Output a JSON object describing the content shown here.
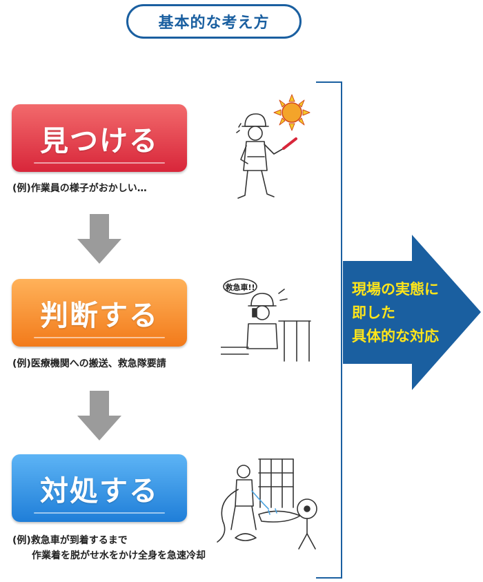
{
  "title": "基本的な考え方",
  "steps": [
    {
      "label": "見つける",
      "example": "(例)作業員の様子がおかしい…"
    },
    {
      "label": "判断する",
      "example": "(例)医療機関への搬送、救急隊要請"
    },
    {
      "label": "対処する",
      "example_line1": "(例)救急車が到着するまで",
      "example_line2": "作業着を脱がせ水をかけ全身を急速冷却"
    }
  ],
  "phone_bubble": "救急車!!",
  "result_lines": [
    "現場の実態に",
    "即した",
    "具体的な対応"
  ],
  "colors": {
    "title_border": "#1a5fa0",
    "step1": "#e0333f",
    "step2": "#f58a22",
    "step3": "#2f8fe4",
    "big_arrow": "#1a5fa0",
    "result_text": "#ffe51a",
    "down_arrow": "#9b9b9b"
  }
}
